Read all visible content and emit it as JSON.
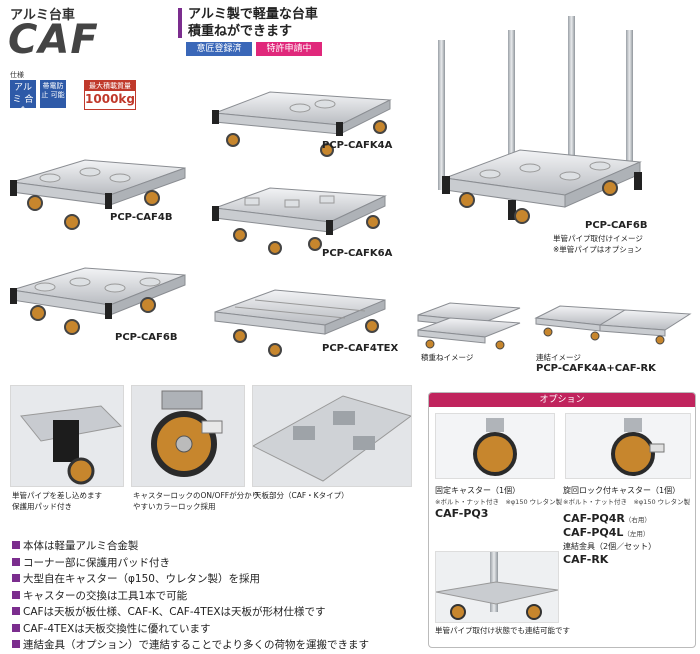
{
  "header": {
    "category": "アルミ台車",
    "model": "CAF",
    "tagline_1": "アルミ製で軽量な台車",
    "tagline_2": "積重ねができます",
    "badge_1": "意匠登録済",
    "badge_2": "特許申請中"
  },
  "specs": {
    "label": "仕様",
    "badge_1": "アルミ 合金",
    "badge_2": "帯電防止 可能",
    "capacity_label": "最大積載質量",
    "capacity_value": "1000kg"
  },
  "products": {
    "cafk4a": "PCP-CAFK4A",
    "caf4b": "PCP-CAF4B",
    "cafk6a": "PCP-CAFK6A",
    "caf6b_left": "PCP-CAF6B",
    "caf4tex": "PCP-CAF4TEX",
    "caf6b_right": "PCP-CAF6B",
    "caf6b_note_1": "単管パイプ取付けイメージ",
    "caf6b_note_2": "※単管パイプはオプション",
    "stack_label": "積重ねイメージ",
    "link_label": "連結イメージ",
    "link_model": "PCP-CAFK4A+CAF-RK"
  },
  "details": {
    "photo1_caption_1": "単管パイプを差し込めます",
    "photo1_caption_2": "保護用パッド付き",
    "photo2_caption_1": "キャスターロックのON/OFFが分かり",
    "photo2_caption_2": "やすいカラーロック採用",
    "photo3_caption": "天板部分（CAF・Kタイプ）"
  },
  "features": [
    "本体は軽量アルミ合金製",
    "コーナー部に保護用パッド付き",
    "大型自在キャスター（φ150、ウレタン製）を採用",
    "キャスターの交換は工具1本で可能",
    "CAFは天板が板仕様、CAF-K、CAF-4TEXは天板が形材仕様です",
    "CAF-4TEXは天板交換性に優れています",
    "連結金具（オプション）で連結することでより多くの荷物を運搬できます"
  ],
  "options": {
    "header": "オプション",
    "fixed_caster_label": "固定キャスター（1個）",
    "fixed_caster_sub": "※ボルト・ナット付き　※φ150 ウレタン製",
    "fixed_caster_code": "CAF-PQ3",
    "lock_caster_label": "旋回ロック付キャスター（1個）",
    "lock_caster_sub": "※ボルト・ナット付き　※φ150 ウレタン製",
    "lock_caster_code_r": "CAF-PQ4R",
    "lock_caster_code_r_note": "（右用）",
    "lock_caster_code_l": "CAF-PQ4L",
    "lock_caster_code_l_note": "（左用）",
    "link_fitting_label": "連結金具（2個／セット）",
    "link_fitting_code": "CAF-RK",
    "pipe_note": "単管パイプ取付け状態でも連結可能です"
  },
  "colors": {
    "accent_purple": "#7b2d8e",
    "badge_blue": "#3a67b8",
    "badge_pink": "#e0287b",
    "option_red": "#c0245d"
  }
}
